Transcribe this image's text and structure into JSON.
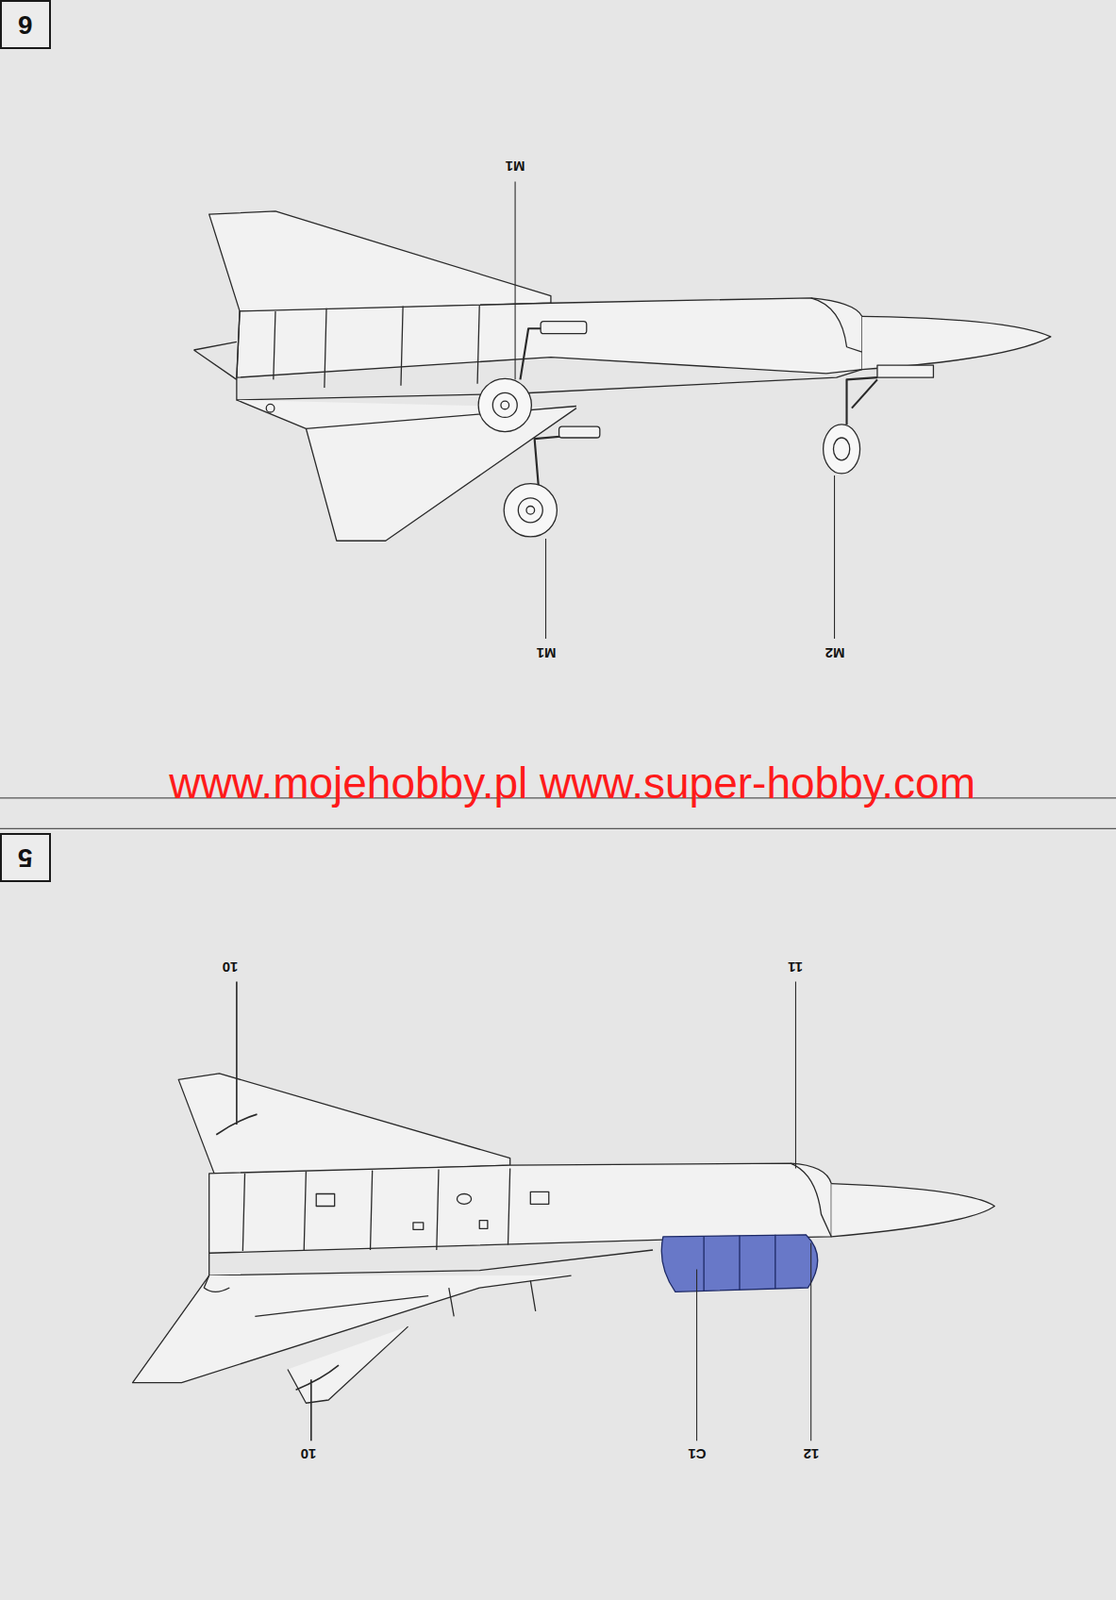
{
  "diagram": {
    "nodes": [
      {
        "text": [
          "6"
        ]
      },
      {
        "text": [
          "5"
        ]
      }
    ],
    "labels": [
      "M1",
      "M1",
      "M2",
      "www.mojehobby.pl www.super-hobby.com",
      "10",
      "11",
      "10",
      "C1",
      "12"
    ]
  }
}
